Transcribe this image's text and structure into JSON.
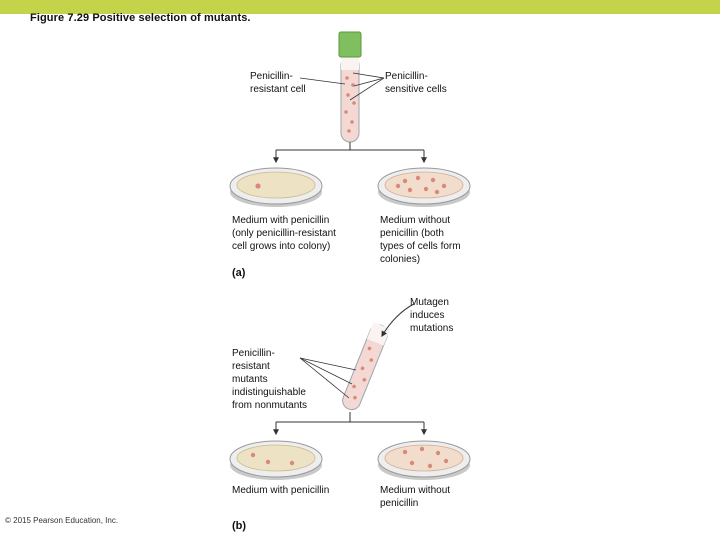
{
  "figure": {
    "title": "Figure 7.29  Positive selection of mutants.",
    "copyright": "© 2015 Pearson Education, Inc."
  },
  "panel_a": {
    "part_label": "(a)",
    "resistant_cell_label": "Penicillin-\nresistant cell",
    "sensitive_cells_label": "Penicillin-\nsensitive cells",
    "left_plate_caption": "Medium with penicillin\n(only penicillin-resistant\ncell grows into colony)",
    "right_plate_caption": "Medium without\npenicillin (both\ntypes of cells form\ncolonies)"
  },
  "panel_b": {
    "part_label": "(b)",
    "mutagen_label": "Mutagen\ninduces\nmutations",
    "resistant_mutants_label": "Penicillin-\nresistant\nmutants\nindistinguishable\nfrom nonmutants",
    "left_plate_caption": "Medium with penicillin",
    "right_plate_caption": "Medium without\npenicillin"
  },
  "colors": {
    "accent_bar": "#c3d44b",
    "cap_green": "#7fbf5f",
    "medium_with_penicillin": "#ede3c4",
    "medium_without_penicillin": "#f2dccc",
    "colony": "#d88a7a"
  }
}
